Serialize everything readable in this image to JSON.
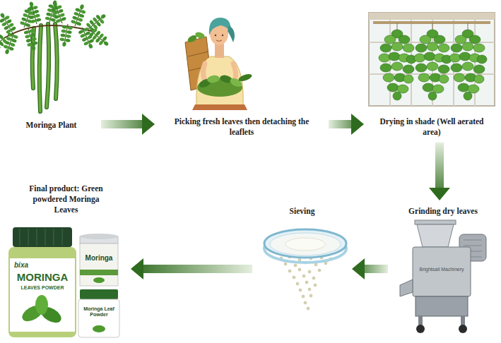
{
  "diagram": {
    "nodes": [
      {
        "text": [
          "Moringa Plant"
        ]
      },
      {
        "text": [
          "Picking fresh leaves then detaching the leaflets"
        ]
      },
      {
        "text": [
          "Drying in shade (Well aerated area)"
        ]
      },
      {
        "text": [
          "Grinding dry leaves"
        ]
      },
      {
        "text": [
          "Sieving"
        ]
      },
      {
        "text": [
          "Final product: Green powdered Moringa Leaves"
        ]
      }
    ],
    "edges": [
      {
        "from": 0,
        "to": 1,
        "arrow": "to"
      },
      {
        "from": 1,
        "to": 2,
        "arrow": "to"
      },
      {
        "from": 2,
        "to": 3,
        "arrow": "to"
      },
      {
        "from": 3,
        "to": 4,
        "arrow": "to"
      },
      {
        "from": 4,
        "to": 5,
        "arrow": "to"
      }
    ],
    "labels": [
      "Brightsail Machinery",
      "bixa",
      "MORINGA",
      "LEAVES POWDER",
      "Moringa",
      "Moringa Leaf Powder"
    ]
  }
}
